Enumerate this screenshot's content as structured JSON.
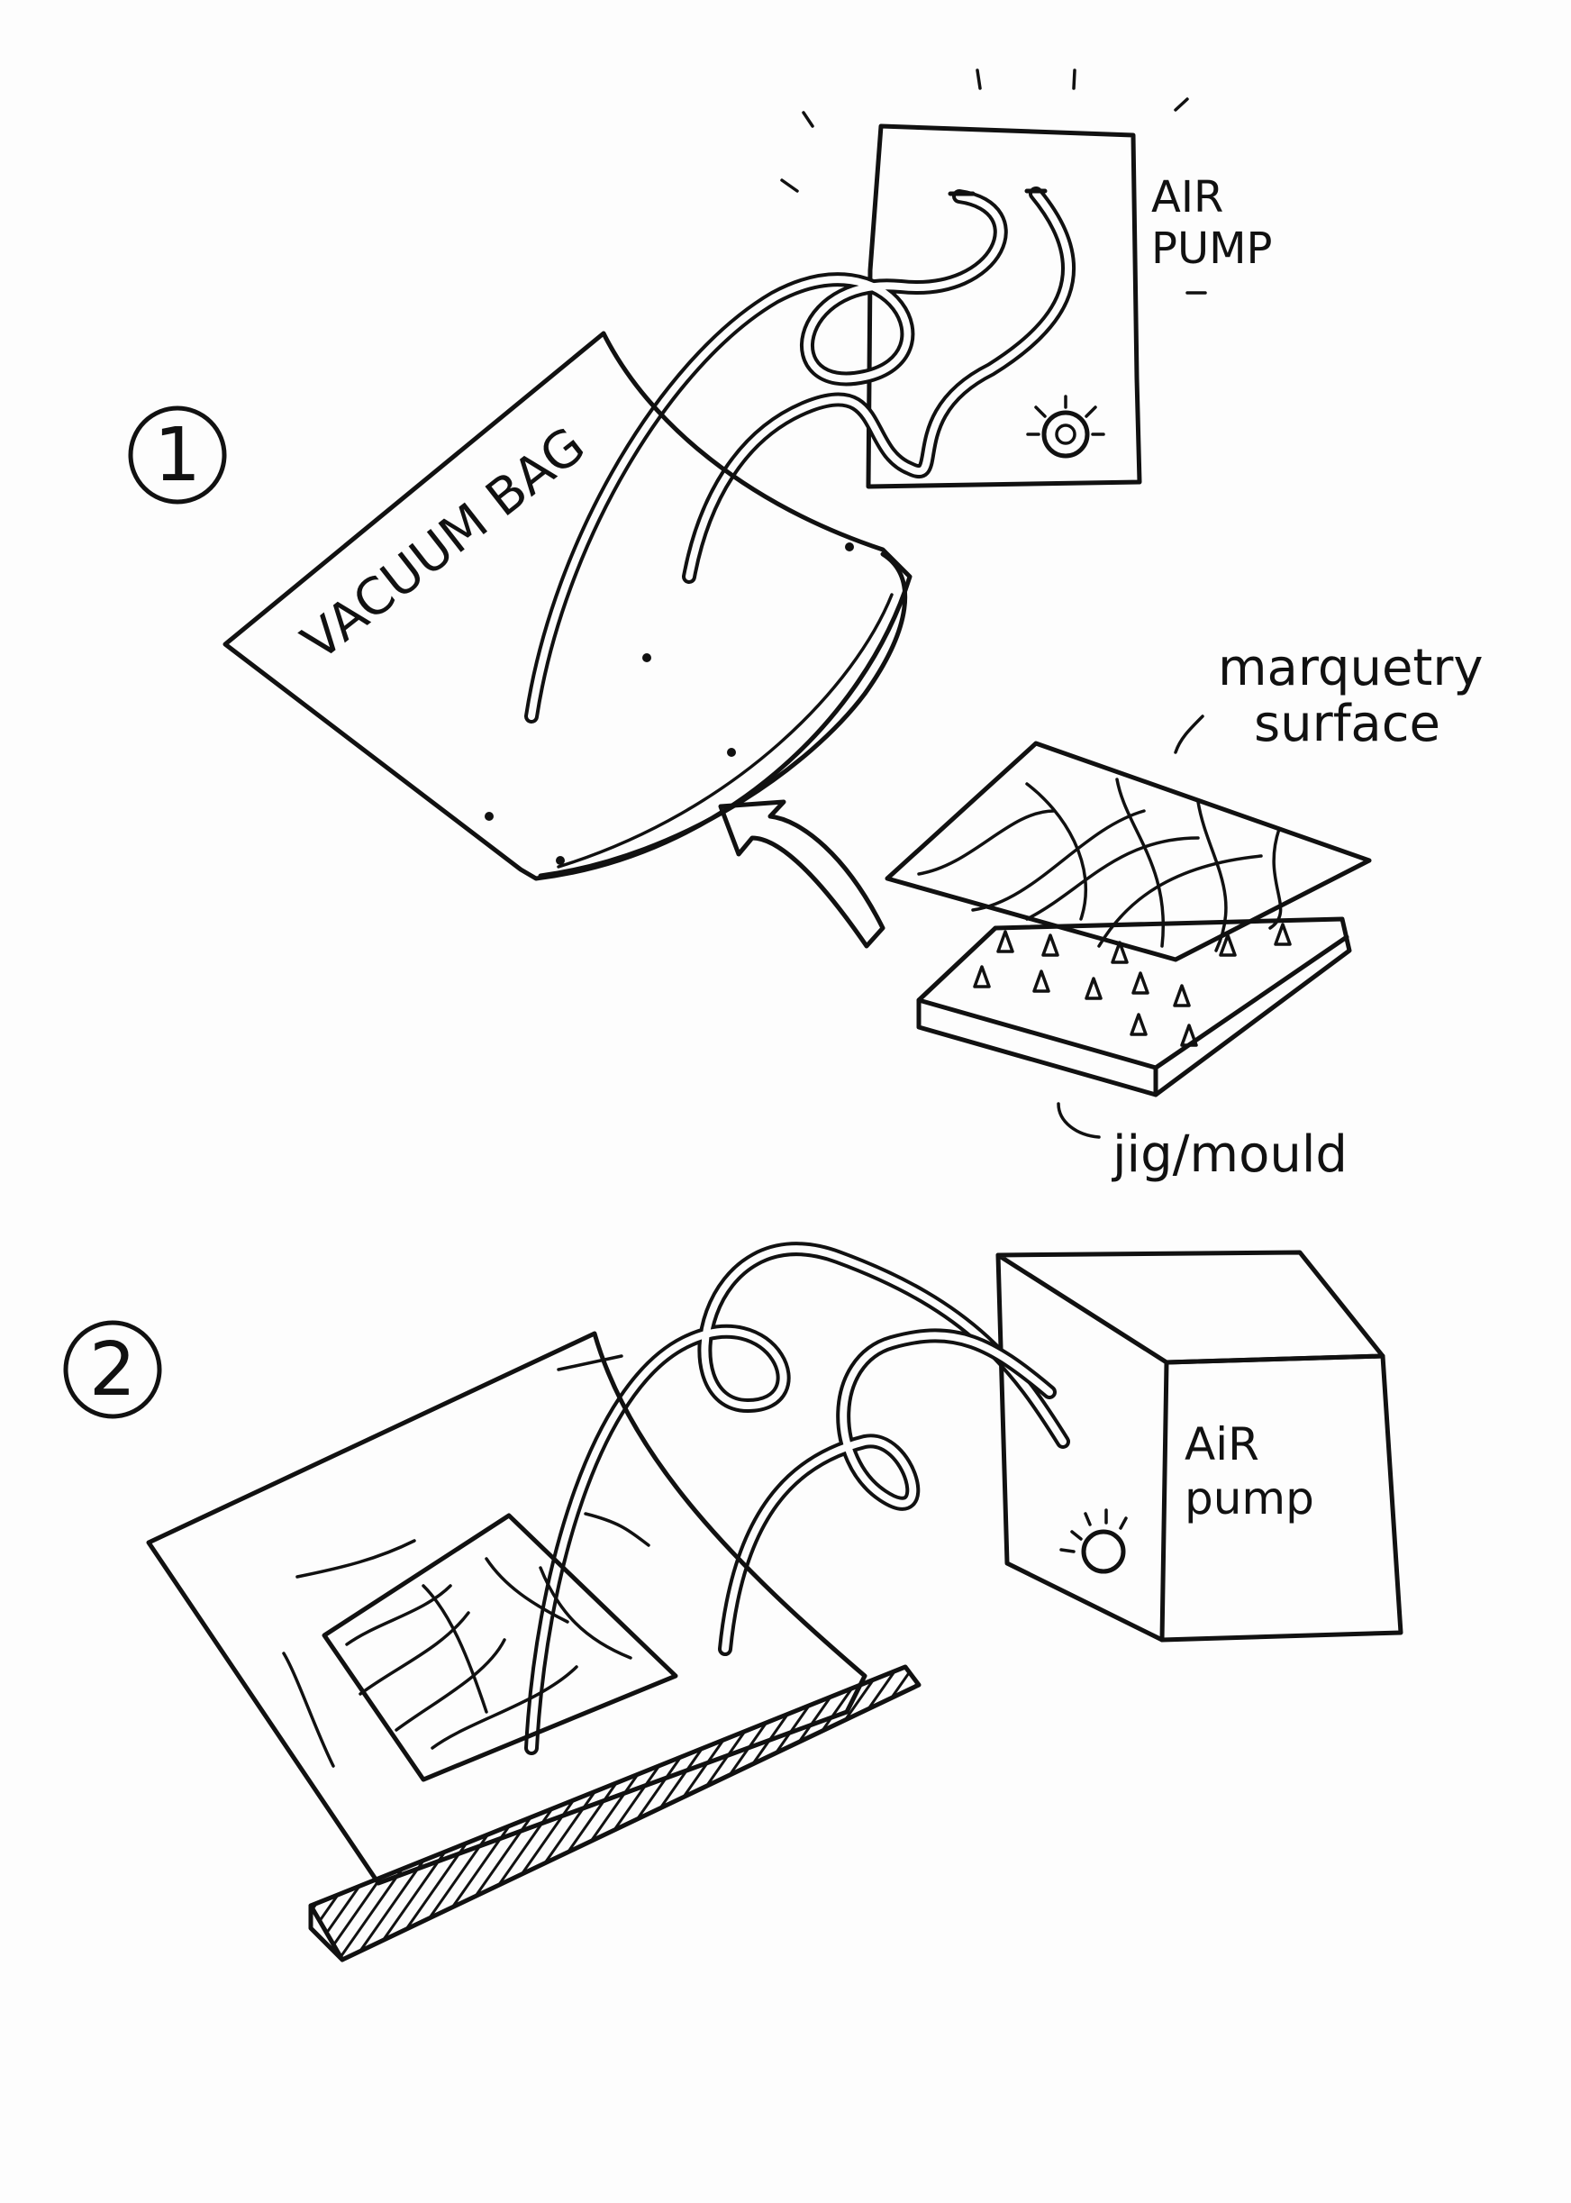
{
  "steps": [
    {
      "number": "1"
    },
    {
      "number": "2"
    }
  ],
  "labels": {
    "air_pump_line1": "AIR",
    "air_pump_line2": "PUMP",
    "vacuum_bag": "VACUUM BAG",
    "marquetry_line1": "marquetry",
    "marquetry_line2": "surface",
    "jig": "jig/mould",
    "air_pump2_line1": "AiR",
    "air_pump2_line2": "pump"
  },
  "colors": {
    "ink": "#111111",
    "paper": "#fdfdfd"
  }
}
